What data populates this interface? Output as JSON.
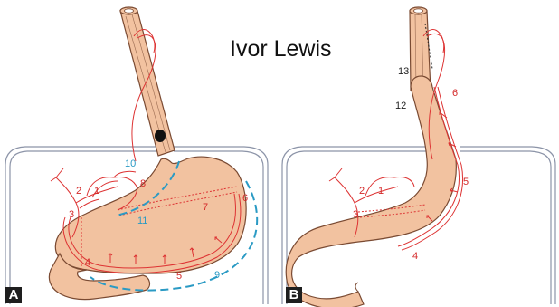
{
  "title": "Ivor Lewis",
  "panels": [
    {
      "tag": "A",
      "red_labels": [
        "1",
        "2",
        "3",
        "4",
        "5",
        "6",
        "7",
        "8"
      ],
      "blue_labels": [
        "9",
        "10",
        "11"
      ]
    },
    {
      "tag": "B",
      "red_labels": [
        "1",
        "2",
        "3",
        "4",
        "5",
        "6"
      ],
      "black_labels": [
        "12",
        "13"
      ]
    }
  ],
  "colors": {
    "organ_fill": "#f2c2a0",
    "organ_outline": "#7a4a32",
    "vessel": "#dd3333",
    "resection_line": "#2a9ac4",
    "cavity_outline": "#8c94a8",
    "label_red": "#d42a2a",
    "label_blue": "#2a9ac4",
    "label_black": "#222222",
    "tumor": "#111111"
  }
}
